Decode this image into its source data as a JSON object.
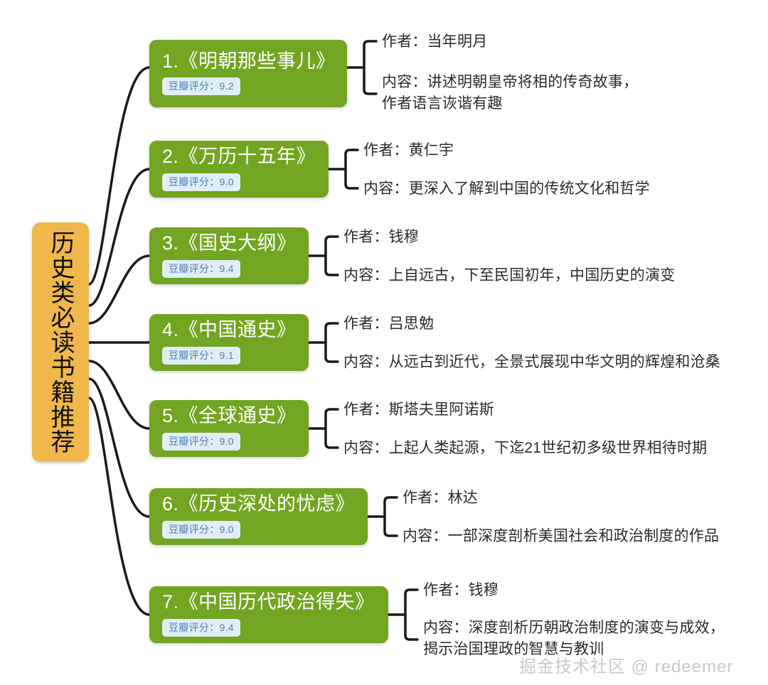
{
  "root": {
    "label": "历史类必读书籍推荐",
    "color": "#f0b74a"
  },
  "theme": {
    "node_color": "#72a521",
    "badge_bg": "#e2edf6",
    "badge_text_color": "#4c7fb3",
    "line_color": "#1a1a1a",
    "title_text_color": "#ffffff",
    "leaf_text_color": "#2b2b2b"
  },
  "watermark": {
    "text": "掘金技术社区 @ redeemer"
  },
  "books": [
    {
      "title": "1.《明朝那些事儿》",
      "rating_label": "豆瓣评分：9.2",
      "author_line": "作者：当年明月",
      "content_line": "内容：讲述明朝皇帝将相的传奇故事，\n作者语言诙谐有趣"
    },
    {
      "title": "2.《万历十五年》",
      "rating_label": "豆瓣评分：9.0",
      "author_line": "作者：黄仁宇",
      "content_line": "内容：更深入了解到中国的传统文化和哲学"
    },
    {
      "title": "3.《国史大纲》",
      "rating_label": "豆瓣评分：9.4",
      "author_line": "作者：钱穆",
      "content_line": "内容：上自远古，下至民国初年，中国历史的演变"
    },
    {
      "title": "4.《中国通史》",
      "rating_label": "豆瓣评分：9.1",
      "author_line": "作者：吕思勉",
      "content_line": "内容：从远古到近代，全景式展现中华文明的辉煌和沧桑"
    },
    {
      "title": "5.《全球通史》",
      "rating_label": "豆瓣评分：9.0",
      "author_line": "作者：斯塔夫里阿诺斯",
      "content_line": "内容：上起人类起源，下迄21世纪初多级世界相待时期"
    },
    {
      "title": "6.《历史深处的忧虑》",
      "rating_label": "豆瓣评分：9.0",
      "author_line": "作者：林达",
      "content_line": "内容：一部深度剖析美国社会和政治制度的作品"
    },
    {
      "title": "7.《中国历代政治得失》",
      "rating_label": "豆瓣评分：9.4",
      "author_line": "作者：钱穆",
      "content_line": "内容：深度剖析历朝政治制度的演变与成效，\n揭示治国理政的智慧与教训"
    }
  ]
}
